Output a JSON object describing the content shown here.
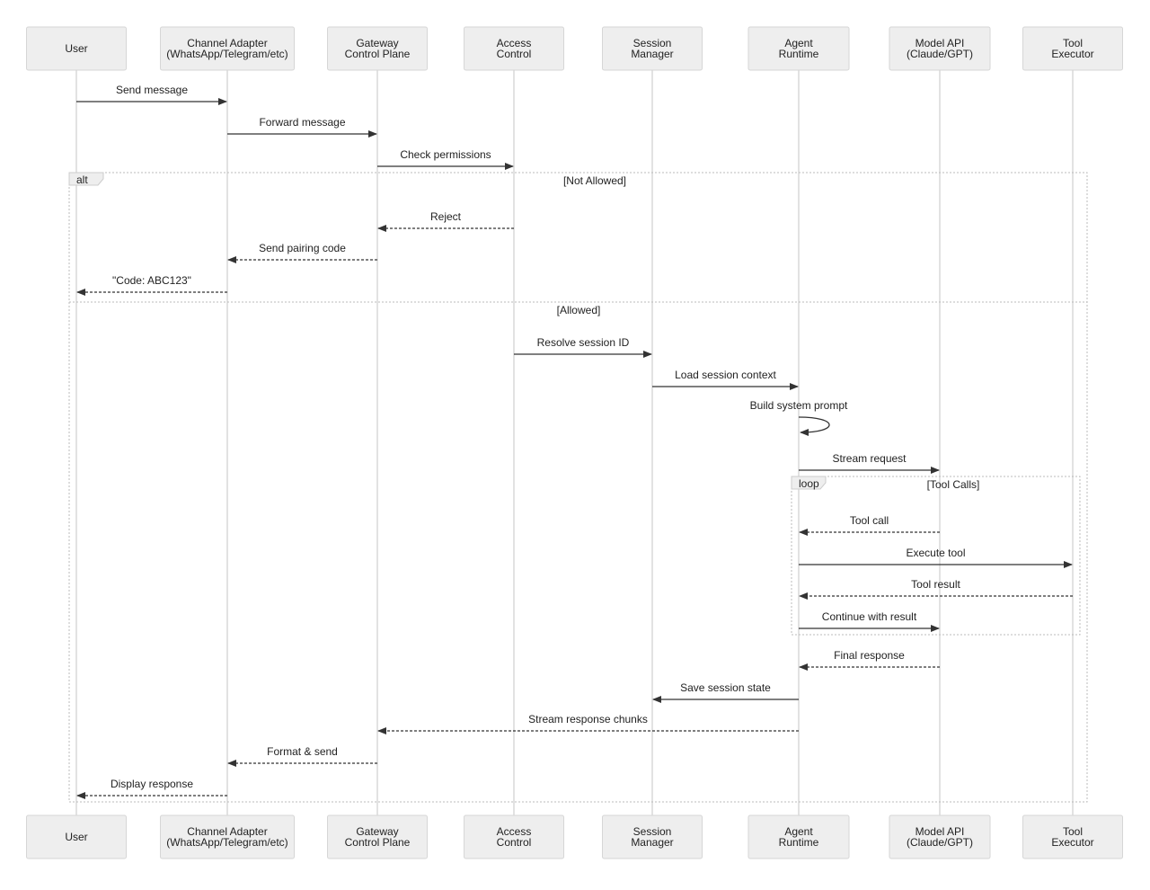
{
  "participants": [
    {
      "lines": [
        "User"
      ]
    },
    {
      "lines": [
        "Channel Adapter",
        "(WhatsApp/Telegram/etc)"
      ]
    },
    {
      "lines": [
        "Gateway",
        "Control Plane"
      ]
    },
    {
      "lines": [
        "Access",
        "Control"
      ]
    },
    {
      "lines": [
        "Session",
        "Manager"
      ]
    },
    {
      "lines": [
        "Agent",
        "Runtime"
      ]
    },
    {
      "lines": [
        "Model API",
        "(Claude/GPT)"
      ]
    },
    {
      "lines": [
        "Tool",
        "Executor"
      ]
    }
  ],
  "messages": [
    {
      "from": 0,
      "to": 1,
      "label": "Send message",
      "dashed": false
    },
    {
      "from": 1,
      "to": 2,
      "label": "Forward message",
      "dashed": false
    },
    {
      "from": 2,
      "to": 3,
      "label": "Check permissions",
      "dashed": false
    },
    {
      "from": 3,
      "to": 2,
      "label": "Reject",
      "dashed": true
    },
    {
      "from": 2,
      "to": 1,
      "label": "Send pairing code",
      "dashed": true
    },
    {
      "from": 1,
      "to": 0,
      "label": "\"Code: ABC123\"",
      "dashed": true
    },
    {
      "from": 3,
      "to": 4,
      "label": "Resolve session ID",
      "dashed": false
    },
    {
      "from": 4,
      "to": 5,
      "label": "Load session context",
      "dashed": false
    },
    {
      "from": 5,
      "to": 5,
      "label": "Build system prompt",
      "dashed": false
    },
    {
      "from": 5,
      "to": 6,
      "label": "Stream request",
      "dashed": false
    },
    {
      "from": 6,
      "to": 5,
      "label": "Tool call",
      "dashed": true
    },
    {
      "from": 5,
      "to": 7,
      "label": "Execute tool",
      "dashed": false
    },
    {
      "from": 7,
      "to": 5,
      "label": "Tool result",
      "dashed": true
    },
    {
      "from": 5,
      "to": 6,
      "label": "Continue with result",
      "dashed": false
    },
    {
      "from": 6,
      "to": 5,
      "label": "Final response",
      "dashed": true
    },
    {
      "from": 5,
      "to": 4,
      "label": "Save session state",
      "dashed": false
    },
    {
      "from": 5,
      "to": 2,
      "label": "Stream response chunks",
      "dashed": true
    },
    {
      "from": 2,
      "to": 1,
      "label": "Format & send",
      "dashed": true
    },
    {
      "from": 1,
      "to": 0,
      "label": "Display response",
      "dashed": true
    }
  ],
  "fragments": {
    "alt": {
      "keyword": "alt",
      "condition1": "[Not Allowed]",
      "condition2": "[Allowed]"
    },
    "loop": {
      "keyword": "loop",
      "condition": "[Tool Calls]"
    }
  },
  "colors": {
    "box_fill": "#eeeeee",
    "box_stroke": "#d6d6d6",
    "lifeline": "#cfcfcf",
    "arrow": "#333333"
  }
}
